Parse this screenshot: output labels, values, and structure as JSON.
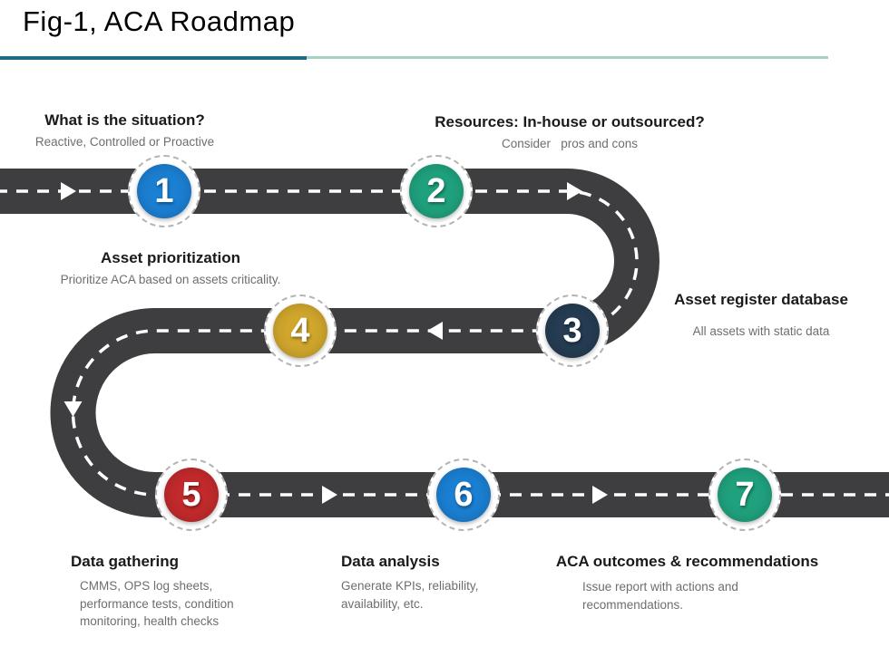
{
  "title": "Fig-1, ACA Roadmap",
  "divider": {
    "dark_color": "#1e6a8a",
    "light_color": "#a5d2c5"
  },
  "road": {
    "asphalt_color": "#3e3e40",
    "centerline_color": "#ffffff",
    "ring_border_color": "#b3b3b3"
  },
  "milestones": [
    {
      "number": "1",
      "title": "What is the situation?",
      "description": "Reactive, Controlled or Proactive",
      "color": "#1b7fd2"
    },
    {
      "number": "2",
      "title": "Resources: In-house or outsourced?",
      "description": "Consider   pros and cons",
      "color": "#20a17e"
    },
    {
      "number": "3",
      "title": "Asset register database",
      "description": "All assets with static data",
      "color": "#253c52"
    },
    {
      "number": "4",
      "title": "Asset prioritization",
      "description": "Prioritize ACA based on assets criticality.",
      "color": "#d0a62c"
    },
    {
      "number": "5",
      "title": "Data gathering",
      "description": "CMMS, OPS log sheets,\nperformance tests, condition\nmonitoring, health checks",
      "color": "#c22a2c"
    },
    {
      "number": "6",
      "title": "Data analysis",
      "description": "Generate KPIs, reliability,\navailability, etc.",
      "color": "#1b7fd2"
    },
    {
      "number": "7",
      "title": "ACA outcomes & recommendations",
      "description": "Issue report with actions and\nrecommendations.",
      "color": "#20a17e"
    }
  ]
}
